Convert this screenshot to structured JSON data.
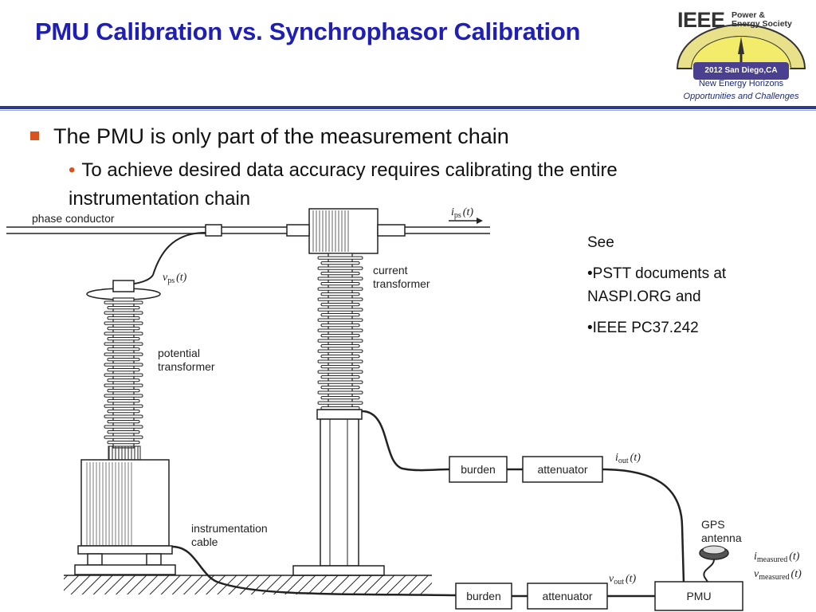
{
  "title": "PMU Calibration vs. Synchrophasor Calibration",
  "logo": {
    "org": "IEEE",
    "society_line1": "Power &",
    "society_line2": "Energy Society",
    "event": "2012 San Diego,CA",
    "tagline1": "New Energy Horizons",
    "tagline2": "Opportunities and Challenges"
  },
  "bullets": {
    "level1": "The PMU is only part of the measurement chain",
    "level2": "To achieve desired data accuracy requires calibrating the entire instrumentation chain"
  },
  "notes": {
    "see": "See",
    "item1": "•PSTT documents at NASPI.ORG and",
    "item2": "•IEEE PC37.242"
  },
  "diagram": {
    "phase_conductor": "phase conductor",
    "i_ps": "i",
    "i_ps_sub": "ps",
    "t_arg": "(t)",
    "v_ps": "v",
    "v_ps_sub": "ps",
    "current_transformer_1": "current",
    "current_transformer_2": "transformer",
    "potential_transformer_1": "potential",
    "potential_transformer_2": "transformer",
    "instrumentation_cable_1": "instrumentation",
    "instrumentation_cable_2": "cable",
    "burden_upper": "burden",
    "attenuator_upper": "attenuator",
    "i_out": "i",
    "i_out_sub": "out",
    "burden_lower": "burden",
    "attenuator_lower": "attenuator",
    "v_out": "v",
    "v_out_sub": "out",
    "pmu": "PMU",
    "gps_1": "GPS",
    "gps_2": "antenna",
    "i_measured": "i",
    "i_measured_sub": "measured",
    "v_measured": "v",
    "v_measured_sub": "measured"
  },
  "colors": {
    "title": "#1f1fb4",
    "bullet_accent": "#d9531e",
    "rule": "#2b3a8c"
  }
}
